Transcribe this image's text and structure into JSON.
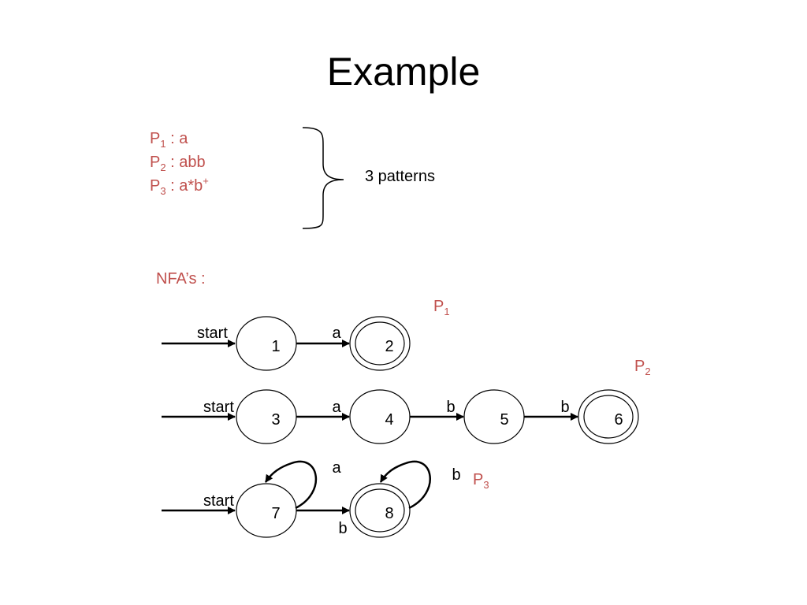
{
  "title": "Example",
  "patterns": [
    {
      "p": "P",
      "sub": "1",
      "rest": " : a",
      "sup": ""
    },
    {
      "p": "P",
      "sub": "2",
      "rest": " : abb",
      "sup": ""
    },
    {
      "p": "P",
      "sub": "3",
      "rest": " : a*b",
      "sup": "+"
    }
  ],
  "brace_label": "3 patterns",
  "nfa_heading": "NFA’s :",
  "nfa_labels": {
    "p1": {
      "p": "P",
      "sub": "1"
    },
    "p2": {
      "p": "P",
      "sub": "2"
    },
    "p3": {
      "p": "P",
      "sub": "3"
    }
  },
  "states": [
    "1",
    "2",
    "3",
    "4",
    "5",
    "6",
    "7",
    "8"
  ],
  "start_label": "start",
  "edges": {
    "e1_2": "a",
    "e3_4": "a",
    "e4_5": "b",
    "e5_6": "b",
    "loop7": "a",
    "loop8": "b",
    "e7_8": "b"
  }
}
